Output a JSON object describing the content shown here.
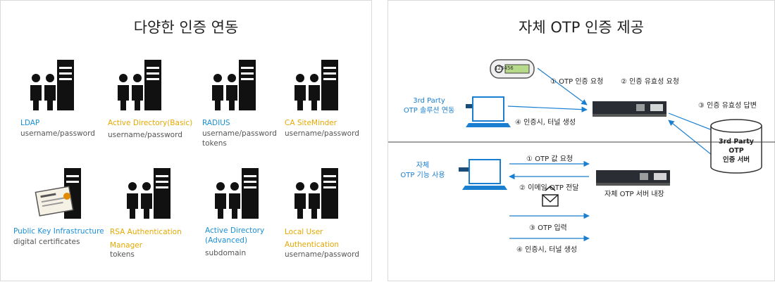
{
  "left": {
    "title": "다양한 인증 연동",
    "items": [
      {
        "name": "LDAP",
        "desc": "username/password",
        "color": "#1a8fd6",
        "icon": "people-server-icon"
      },
      {
        "name": "Active Directory(Basic)",
        "desc": "username/password",
        "color": "#e6a800",
        "icon": "people-server-icon"
      },
      {
        "name": "RADIUS",
        "desc": "username/password tokens",
        "color": "#1a8fd6",
        "icon": "people-server-icon"
      },
      {
        "name": "CA SiteMinder",
        "desc": "username/password",
        "color": "#e6a800",
        "icon": "people-server-icon"
      },
      {
        "name": "Public Key Infrastructure",
        "desc": "digital certificates",
        "color": "#1a8fd6",
        "icon": "certificate-server-icon"
      },
      {
        "name": "RSA Authentication Manager",
        "desc": "tokens",
        "color": "#e6a800",
        "icon": "people-server-icon"
      },
      {
        "name": "Active Directory (Advanced)",
        "desc": "subdomain",
        "color": "#1a8fd6",
        "icon": "people-server-icon"
      },
      {
        "name": "Local User Authentication",
        "desc": "username/password",
        "color": "#e6a800",
        "icon": "people-server-icon"
      }
    ]
  },
  "right": {
    "title": "자체 OTP 인증 제공",
    "token_display": "123456",
    "third_party_label_1": "3rd Party",
    "third_party_label_2": "OTP 솔루션 연동",
    "self_label_1": "자체",
    "self_label_2": "OTP 기능 사용",
    "step_top_1": "① OTP 인증 요청",
    "step_top_2": "② 인증 유효성 요청",
    "step_top_3": "③ 인증 유효성 답변",
    "step_top_4": "④ 인증시, 터널 생성",
    "server_line_1": "3rd Party",
    "server_line_2": "OTP",
    "server_line_3": "인증 서버",
    "step_bottom_1": "① OTP 값 요청",
    "step_bottom_2": "② 이메일 OTP 전달",
    "step_bottom_3": "③ OTP 입력",
    "step_bottom_4": "④ 인증시, 터널 생성",
    "appliance_label": "자체 OTP 서버 내장"
  }
}
